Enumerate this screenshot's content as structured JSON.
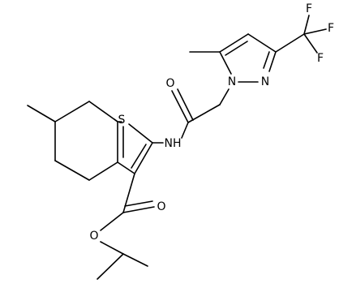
{
  "structure": {
    "atom_labels": {
      "sulfur": "S",
      "amide_nh": "NH",
      "amide_o": "O",
      "pyrazole_n1": "N",
      "pyrazole_n2": "N",
      "ester_o_double": "O",
      "ester_o_single": "O",
      "f_top": "F",
      "f_right": "F",
      "f_left": "F"
    }
  }
}
